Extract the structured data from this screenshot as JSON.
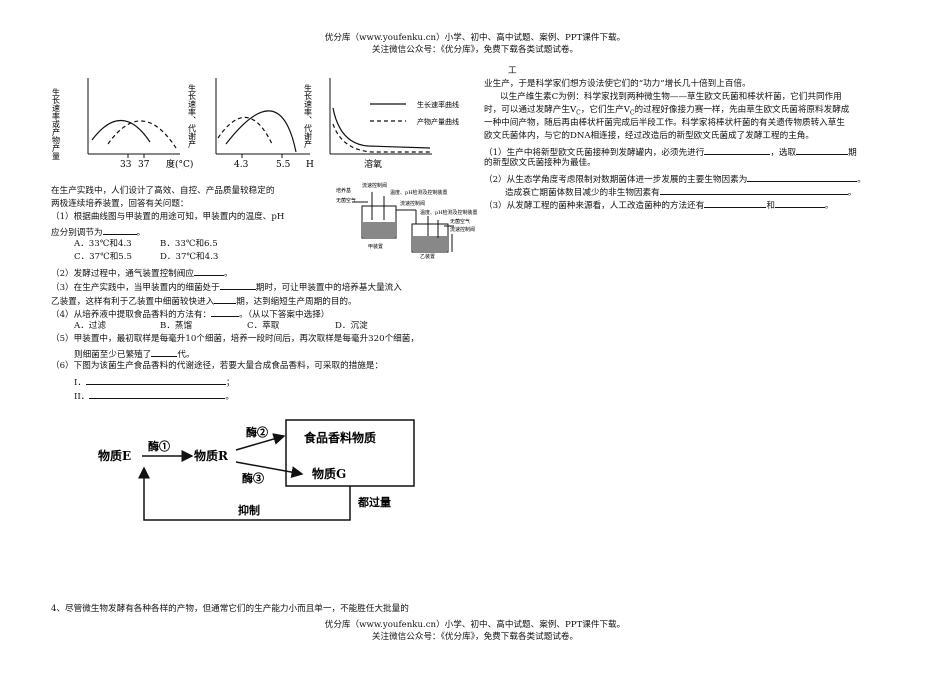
{
  "header": {
    "line1": "优分库（www.youfenku.cn）小学、初中、高中试题、案例、PPT课件下载。",
    "line2": "关注微信公众号：《优分库》，免费下载各类试题试卷。"
  },
  "footer": {
    "line1": "优分库（www.youfenku.cn）小学、初中、高中试题、案例、PPT课件下载。",
    "line2": "关注微信公众号：《优分库》，免费下载各类试题试卷。"
  },
  "graphs": {
    "g1_ylabel": "生长速率或产物产量",
    "g1_ticks": [
      "33",
      "37"
    ],
    "g1_xlabel": "度(°C)",
    "g2_ylabel": "生长速率、代谢产",
    "g2_ticks": [
      "4.3",
      "5.5"
    ],
    "g2_xlabel": "H",
    "g3_ylabel": "生长速率、代谢产",
    "g3_xlabel": "溶氧",
    "legend_solid": "生长速率曲线",
    "legend_dashed": "产物产量曲线"
  },
  "apparatus": {
    "l_nutrient": "培养基",
    "l_flow_top": "流速控制阀",
    "l_temp": "温度、pH检测及控制装置",
    "l_sterile_air": "无菌空气",
    "l_flow2": "流速控制阀",
    "l_temp2": "温度、pH检测及控制装置",
    "l_sterile_air2": "无菌空气",
    "l_flow3": "流速控制阀",
    "l_jia": "甲装置",
    "l_yi": "乙装置"
  },
  "left": {
    "intro1": "在生产实践中，人们设计了高效、自控、产品质量较稳定的",
    "intro2": "两极连续培养装置，回答有关问题：",
    "q1a": "（1）根据曲线图与甲装置的用途可知，甲装置内的温度、pH",
    "q1b": "应分别调节为",
    "q1b_end": "。",
    "q1_optA": "A．33℃和4.3",
    "q1_optB": "B．33℃和6.5",
    "q1_optC": "C．37℃和5.5",
    "q1_optD": "D．37℃和4.3",
    "q2": "（2）发酵过程中，通气装置控制阀应",
    "q2_end": "。",
    "q3a": "（3）在生产实践中，当甲装置内的细菌处于",
    "q3a_end": "期时，可让甲装置中的培养基大量流入",
    "q3b": "乙装置，这样有利于乙装置中细菌较快进入",
    "q3b_end": "期，达到缩短生产周期的目的。",
    "q4": "（4）从培养液中提取食品香料的方法有：",
    "q4_end": "。（从以下答案中选择）",
    "q4_optA": "A．过滤",
    "q4_optB": "B．蒸馏",
    "q4_optC": "C．萃取",
    "q4_optD": "D．沉淀",
    "q5a": "（5）甲装置中，最初取样是每毫升10个细菌，培养一段时间后，再次取样是每毫升320个细菌，",
    "q5b": "则细菌至少已繁殖了",
    "q5b_end": "代。",
    "q6": "（6）下图为该菌生产食品香料的代谢途径，若要大量合成食品香料，可采取的措施是：",
    "q6_i": "I．",
    "q6_i_end": "；",
    "q6_ii": "II．",
    "q6_ii_end": "。",
    "q_next": "4、尽管微生物发酵有各种各样的产物，但通常它们的生产能力小而且单一，不能胜任大批量的"
  },
  "pathway": {
    "substance_e": "物质E",
    "enzyme1": "酶①",
    "substance_r": "物质R",
    "enzyme2": "酶②",
    "enzyme3": "酶③",
    "flavor": "食品香料物质",
    "substance_g": "物质G",
    "excess": "都过量",
    "inhibit": "抑制"
  },
  "right": {
    "gong": "工",
    "p1": "业生产，于是科学家们想方设法使它们的“功力”增长几十倍到上百倍。",
    "p2": "以生产维生素C为例：科学家找到两种微生物——草生欧文氏菌和棒状杆菌，它们共同作用",
    "p3": "时，可以通过发酵产生V",
    "p3_sub": "C",
    "p3b": "，它们生产V",
    "p3b_sub": "C",
    "p3c": "的过程好像接力赛一样，先由草生欧文氏菌将原料发酵成",
    "p4": "一种中间产物，随后再由棒状杆菌完成后半段工作。科学家将棒状杆菌的有关遗传物质转入草生",
    "p5": "欧文氏菌体内，与它的DNA相连接，经过改造后的新型欧文氏菌成了发酵工程的主角。",
    "q1": "（1）生产中将新型欧文氏菌接种到发酵罐内，必须先进行",
    "q1_mid": "，选取",
    "q1_end": "期",
    "q1b": "的新型欧文氏菌接种为最佳。",
    "q2": "（2）从生态学角度考虑限制对数期菌体进一步发展的主要生物因素为",
    "q2_end": "。",
    "q2b": "造成衰亡期菌体数目减少的非生物因素有",
    "q2b_end": "。",
    "q3": "（3）从发酵工程的菌种来源看，人工改造菌种的方法还有",
    "q3_mid": "和",
    "q3_end": "。"
  }
}
